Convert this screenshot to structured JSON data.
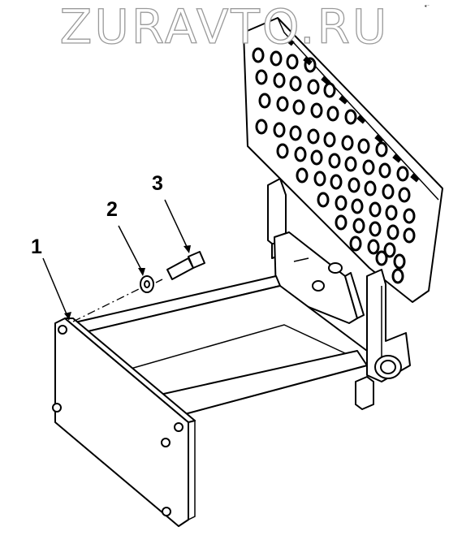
{
  "watermark": {
    "text": "ZURAVTO.RU"
  },
  "callouts": [
    {
      "id": "1",
      "label": "1"
    },
    {
      "id": "2",
      "label": "2"
    },
    {
      "id": "3",
      "label": "3"
    }
  ],
  "colors": {
    "line": "#000000",
    "background": "#ffffff",
    "watermark_outline": "#9a9a9a"
  }
}
